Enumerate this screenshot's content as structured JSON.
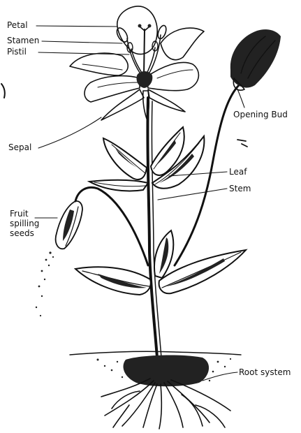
{
  "labels": {
    "petal": "Petal",
    "stamen": "Stamen",
    "pistil": "Pistil",
    "sepal": "Sepal",
    "fruit_line1": "Fruit",
    "fruit_line2": "spilling",
    "fruit_line3": "seeds",
    "opening_bud": "Opening Bud",
    "leaf": "Leaf",
    "stem": "Stem",
    "root_system": "Root system"
  }
}
